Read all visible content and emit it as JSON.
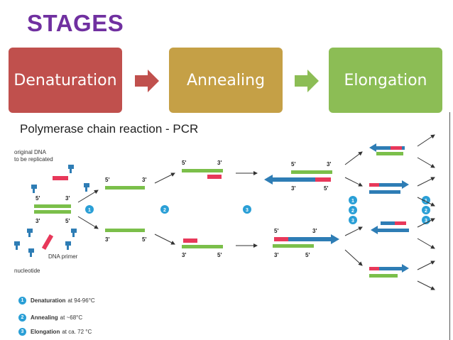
{
  "heading": "STAGES",
  "stages": [
    {
      "label": "Denaturation"
    },
    {
      "label": "Annealing"
    },
    {
      "label": "Elongation"
    }
  ],
  "diagram": {
    "title": "Polymerase chain reaction - PCR",
    "labels": {
      "original_dna": "original DNA",
      "to_be_replicated": "to be replicated",
      "dna_primer": "DNA primer",
      "nucleotide": "nucleotide"
    },
    "ends": {
      "five": "5'",
      "three": "3'"
    },
    "step_numbers": [
      "1",
      "2",
      "3"
    ]
  },
  "legend": [
    {
      "num": "1",
      "name": "Denaturation",
      "detail": "at 94-96°C"
    },
    {
      "num": "2",
      "name": "Annealing",
      "detail": "at ~68°C"
    },
    {
      "num": "3",
      "name": "Elongation",
      "detail": "at ca. 72 °C"
    }
  ],
  "colors": {
    "heading": "#7030a0",
    "denaturation": "#c0504d",
    "annealing": "#c5a046",
    "elongation": "#8cbd55",
    "strand_green": "#7bbf4a",
    "primer": "#e8385a",
    "new_strand": "#2e7db5"
  }
}
